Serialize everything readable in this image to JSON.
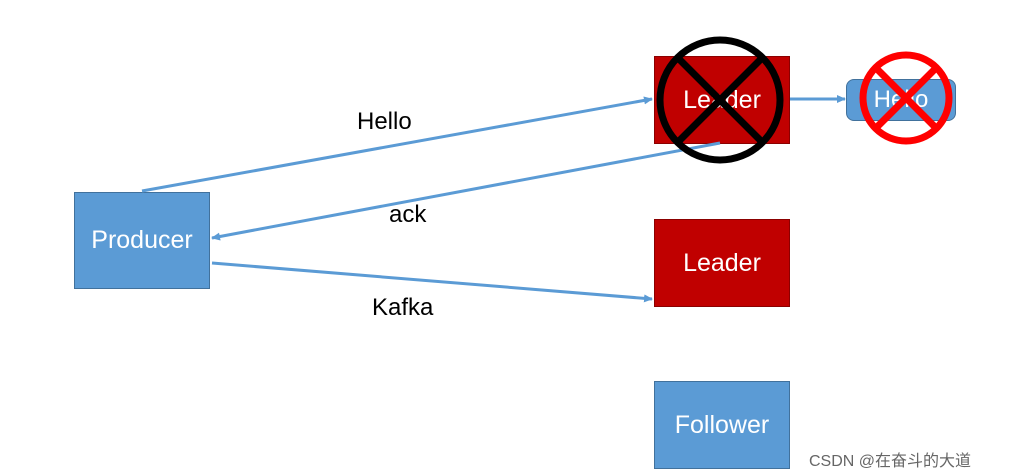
{
  "nodes": {
    "producer": "Producer",
    "leader_top": "Leader",
    "hello_box": "Hello",
    "leader_mid": "Leader",
    "follower": "Follower"
  },
  "edges": {
    "hello": "Hello",
    "ack": "ack",
    "kafka": "Kafka"
  },
  "watermark": "CSDN @在奋斗的大道",
  "colors": {
    "blue": "#5b9bd5",
    "red": "#c00000",
    "arrow": "#5b9bd5",
    "cross_black": "#000000",
    "cross_red": "#ff0000"
  }
}
